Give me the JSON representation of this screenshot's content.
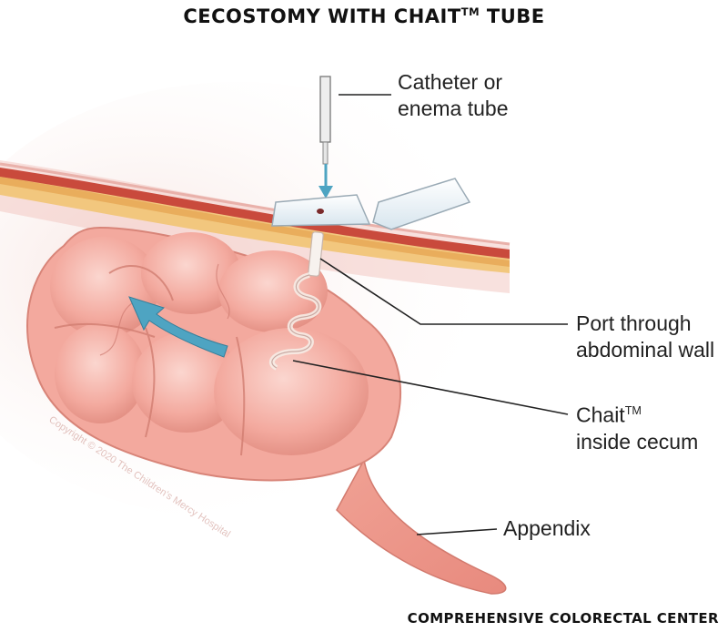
{
  "title": {
    "main": "CECOSTOMY WITH CHAIT",
    "tm": "TM",
    "suffix": " TUBE"
  },
  "labels": {
    "catheter": [
      "Catheter or",
      "enema tube"
    ],
    "port": [
      "Port through",
      "abdominal wall"
    ],
    "chait_line1": "Chait",
    "chait_tm": "TM",
    "chait_line2": "inside cecum",
    "appendix": "Appendix"
  },
  "footer": "COMPREHENSIVE COLORECTAL CENTER",
  "watermark": "Copyright © 2020 The Children's Mercy Hospital",
  "colors": {
    "tissue": "#f2a69c",
    "tissue_dark": "#d9796d",
    "fat": "#f2c77e",
    "muscle": "#c94a3c",
    "arrow": "#4ea4c2",
    "leader": "#222222"
  }
}
